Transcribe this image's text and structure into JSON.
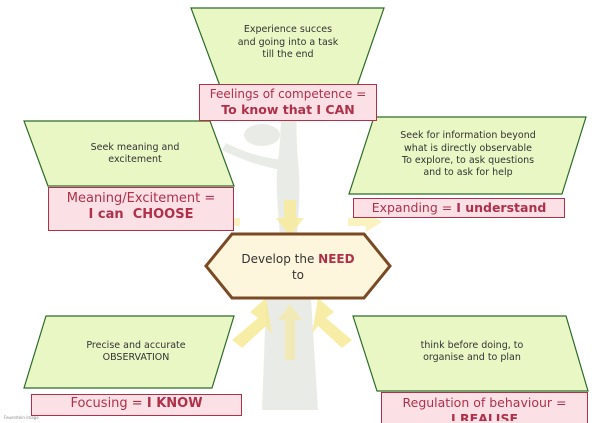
{
  "colors": {
    "green_fill": "#e8f7c4",
    "green_stroke": "#2e6b2a",
    "pink_fill": "#fbe1e6",
    "pink_stroke": "#b0304a",
    "hex_fill": "#fdf6dc",
    "hex_stroke": "#7a4a25",
    "tree": "#e9ece6",
    "arrow": "#f7ea96"
  },
  "top": {
    "text": "Experience succes\nand going into a task\ntill the end",
    "label_line1": "Feelings of competence =",
    "label_line2": "To know that I CAN"
  },
  "left_upper": {
    "text": "Seek meaning and\nexcitement",
    "label_line1": "Meaning/Excitement =",
    "label_line2_a": "I can",
    "label_line2_b": "CHOOSE"
  },
  "right_upper": {
    "text": "Seek for information beyond\nwhat is directly observable\nTo explore, to ask questions\nand to ask for help",
    "label_a": "Expanding = ",
    "label_b": "I understand"
  },
  "center": {
    "line1_a": "Develop the ",
    "line1_b": "NEED",
    "line2": "to"
  },
  "left_lower": {
    "text": "Precise and accurate\nOBSERVATION",
    "label_a": "Focusing = ",
    "label_b": "I KNOW"
  },
  "right_lower": {
    "text": "think before doing, to\norganise and to plan",
    "label_line1": "Regulation of behaviour =",
    "label_line2": "I REALISE"
  },
  "credit": "Feuerstein image"
}
